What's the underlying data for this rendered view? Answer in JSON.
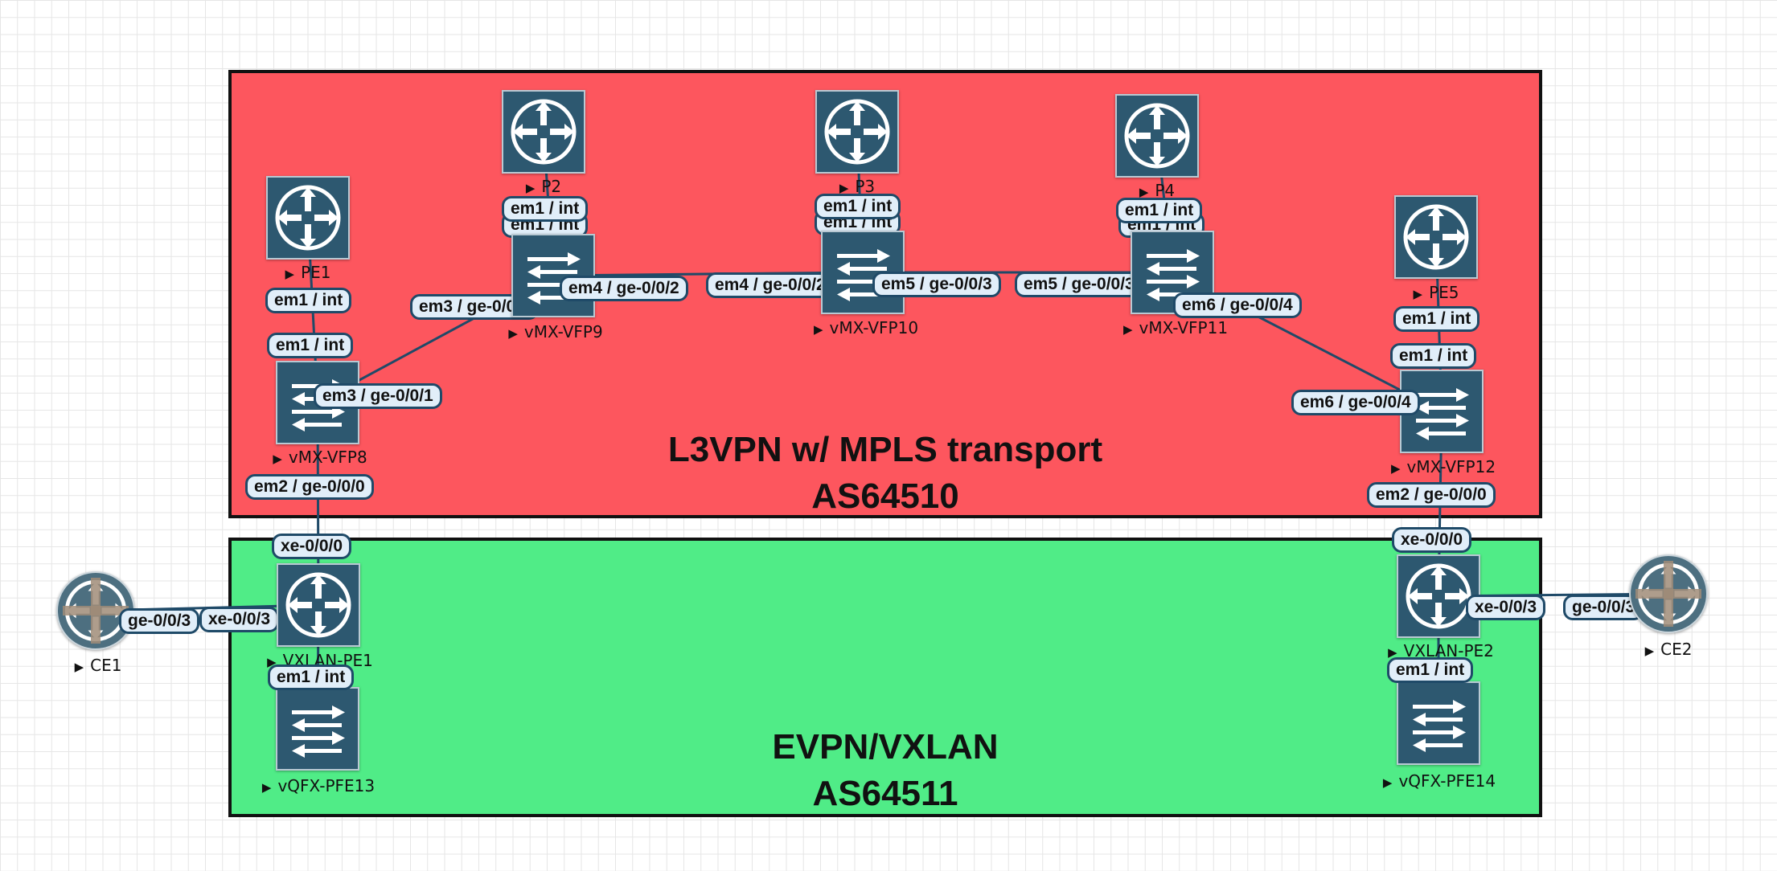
{
  "zones": [
    {
      "key": "l3vpn",
      "line1": "L3VPN w/ MPLS transport",
      "line2": "AS64510",
      "fill": "#fd565e"
    },
    {
      "key": "evpn",
      "line1": "EVPN/VXLAN",
      "line2": "AS64511",
      "fill": "#50ec87"
    }
  ],
  "nodes": {
    "pe1": {
      "label": "PE1",
      "type": "router"
    },
    "p2": {
      "label": "P2",
      "type": "router"
    },
    "p3": {
      "label": "P3",
      "type": "router"
    },
    "p4": {
      "label": "P4",
      "type": "router"
    },
    "pe5": {
      "label": "PE5",
      "type": "router"
    },
    "vfp8": {
      "label": "vMX-VFP8",
      "type": "switch"
    },
    "vfp9": {
      "label": "vMX-VFP9",
      "type": "switch"
    },
    "vfp10": {
      "label": "vMX-VFP10",
      "type": "switch"
    },
    "vfp11": {
      "label": "vMX-VFP11",
      "type": "switch"
    },
    "vfp12": {
      "label": "vMX-VFP12",
      "type": "switch"
    },
    "vxlanpe1": {
      "label": "VXLAN-PE1",
      "type": "router"
    },
    "vxlanpe2": {
      "label": "VXLAN-PE2",
      "type": "router"
    },
    "pfe13": {
      "label": "vQFX-PFE13",
      "type": "switch"
    },
    "pfe14": {
      "label": "vQFX-PFE14",
      "type": "switch"
    },
    "ce1": {
      "label": "CE1",
      "type": "ce-router"
    },
    "ce2": {
      "label": "CE2",
      "type": "ce-router"
    }
  },
  "links": [
    {
      "a": "pe1",
      "b": "vfp8",
      "a_if": "em1 / int",
      "b_if": "em1 / int"
    },
    {
      "a": "p2",
      "b": "vfp9",
      "a_if": "em1 / int",
      "b_if": "em1 / int"
    },
    {
      "a": "p3",
      "b": "vfp10",
      "a_if": "em1 / int",
      "b_if": "em1 / int"
    },
    {
      "a": "p4",
      "b": "vfp11",
      "a_if": "em1 / int",
      "b_if": "em1 / int"
    },
    {
      "a": "pe5",
      "b": "vfp12",
      "a_if": "em1 / int",
      "b_if": "em1 / int"
    },
    {
      "a": "vfp8",
      "b": "vfp9",
      "a_if": "em3 / ge-0/0/1",
      "b_if": "em3 / ge-0/0/1"
    },
    {
      "a": "vfp9",
      "b": "vfp10",
      "a_if": "em4 / ge-0/0/2",
      "b_if": "em4 / ge-0/0/2"
    },
    {
      "a": "vfp10",
      "b": "vfp11",
      "a_if": "em5 / ge-0/0/3",
      "b_if": "em5 / ge-0/0/3"
    },
    {
      "a": "vfp11",
      "b": "vfp12",
      "a_if": "em6 / ge-0/0/4",
      "b_if": "em6 / ge-0/0/4"
    },
    {
      "a": "vfp8",
      "b": "vxlanpe1",
      "a_if": "em2 / ge-0/0/0",
      "b_if": "xe-0/0/0"
    },
    {
      "a": "vfp12",
      "b": "vxlanpe2",
      "a_if": "em2 / ge-0/0/0",
      "b_if": "xe-0/0/0"
    },
    {
      "a": "ce1",
      "b": "vxlanpe1",
      "a_if": "ge-0/0/3",
      "b_if": "xe-0/0/3"
    },
    {
      "a": "vxlanpe2",
      "b": "ce2",
      "a_if": "xe-0/0/3",
      "b_if": "ge-0/0/3"
    },
    {
      "a": "vxlanpe1",
      "b": "pfe13",
      "a_if": "",
      "b_if": "em1 / int"
    },
    {
      "a": "vxlanpe2",
      "b": "pfe14",
      "a_if": "",
      "b_if": "em1 / int"
    }
  ],
  "colors": {
    "link": "#1f4a68",
    "node_fill": "#2d5870",
    "label_fill": "#e1eef9",
    "zone_border": "#111111"
  }
}
